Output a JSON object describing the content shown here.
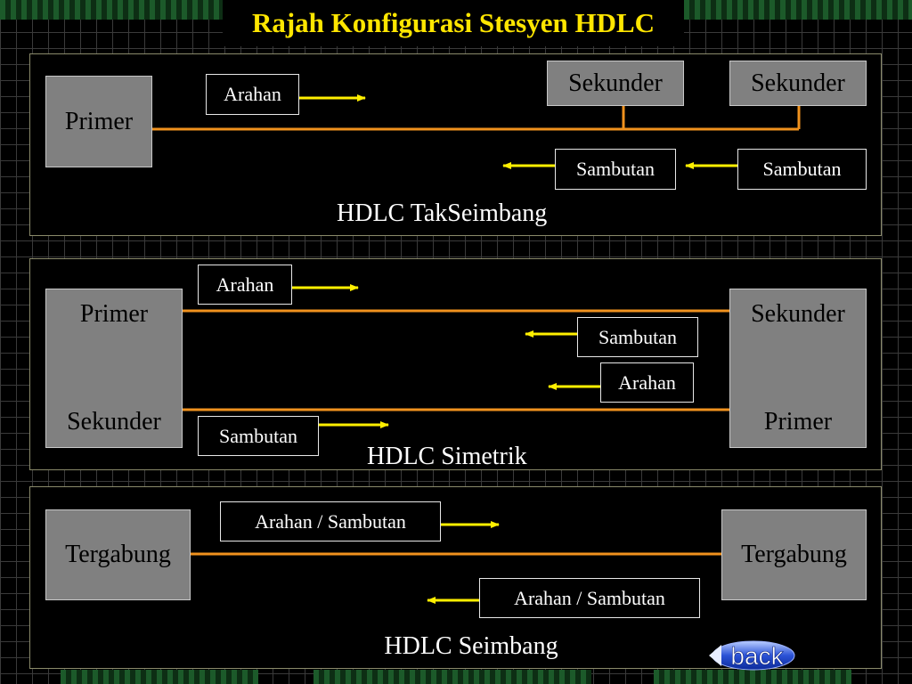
{
  "title": "Rajah Konfigurasi Stesyen HDLC",
  "colors": {
    "title": "#ffe600",
    "link": "#f0921e",
    "arrow": "#ffef00",
    "station": "#808080"
  },
  "panel1": {
    "primary": "Primer",
    "secondary_a": "Sekunder",
    "secondary_b": "Sekunder",
    "command": "Arahan",
    "response_a": "Sambutan",
    "response_b": "Sambutan",
    "caption": "HDLC TakSeimbang"
  },
  "panel2": {
    "left_top": "Primer",
    "left_bottom": "Sekunder",
    "right_top": "Sekunder",
    "right_bottom": "Primer",
    "command_top": "Arahan",
    "response_top": "Sambutan",
    "command_bottom": "Arahan",
    "response_bottom": "Sambutan",
    "caption": "HDLC Simetrik"
  },
  "panel3": {
    "left": "Tergabung",
    "right": "Tergabung",
    "combined_top": "Arahan / Sambutan",
    "combined_bottom": "Arahan / Sambutan",
    "caption": "HDLC Seimbang"
  },
  "nav": {
    "back_label": "back",
    "back_icon": "back-arrow-icon"
  }
}
